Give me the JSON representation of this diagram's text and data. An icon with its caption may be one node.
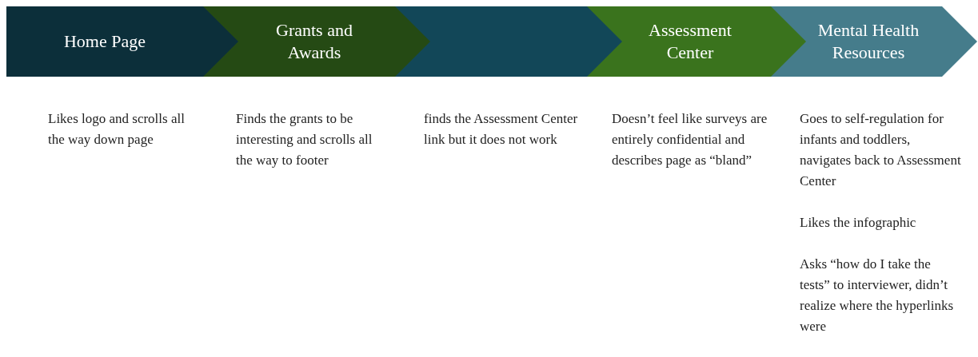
{
  "diagram": {
    "nodes": [
      {
        "text": [
          "Home Page"
        ],
        "beside": [
          "Likes logo and scrolls all the way down page"
        ]
      },
      {
        "text": [
          "Grants and Awards"
        ],
        "beside": [
          "Finds the grants to be interesting and scrolls all the way to footer"
        ]
      },
      {
        "text": [],
        "shape": "chevron",
        "beside": [
          "finds the Assessment Center link but it does not work"
        ]
      },
      {
        "text": [
          "Assessment Center"
        ],
        "beside": [
          "Doesn’t feel like surveys are entirely confidential and describes page as “bland”"
        ]
      },
      {
        "text": [
          "Mental Health Resources"
        ],
        "beside": [
          "Goes to self-regulation for infants and toddlers, navigates back to Assessment Center",
          "Likes the infographic",
          "Asks “how do I take the tests” to interviewer, didn’t realize where the hyperlinks were"
        ]
      }
    ]
  }
}
